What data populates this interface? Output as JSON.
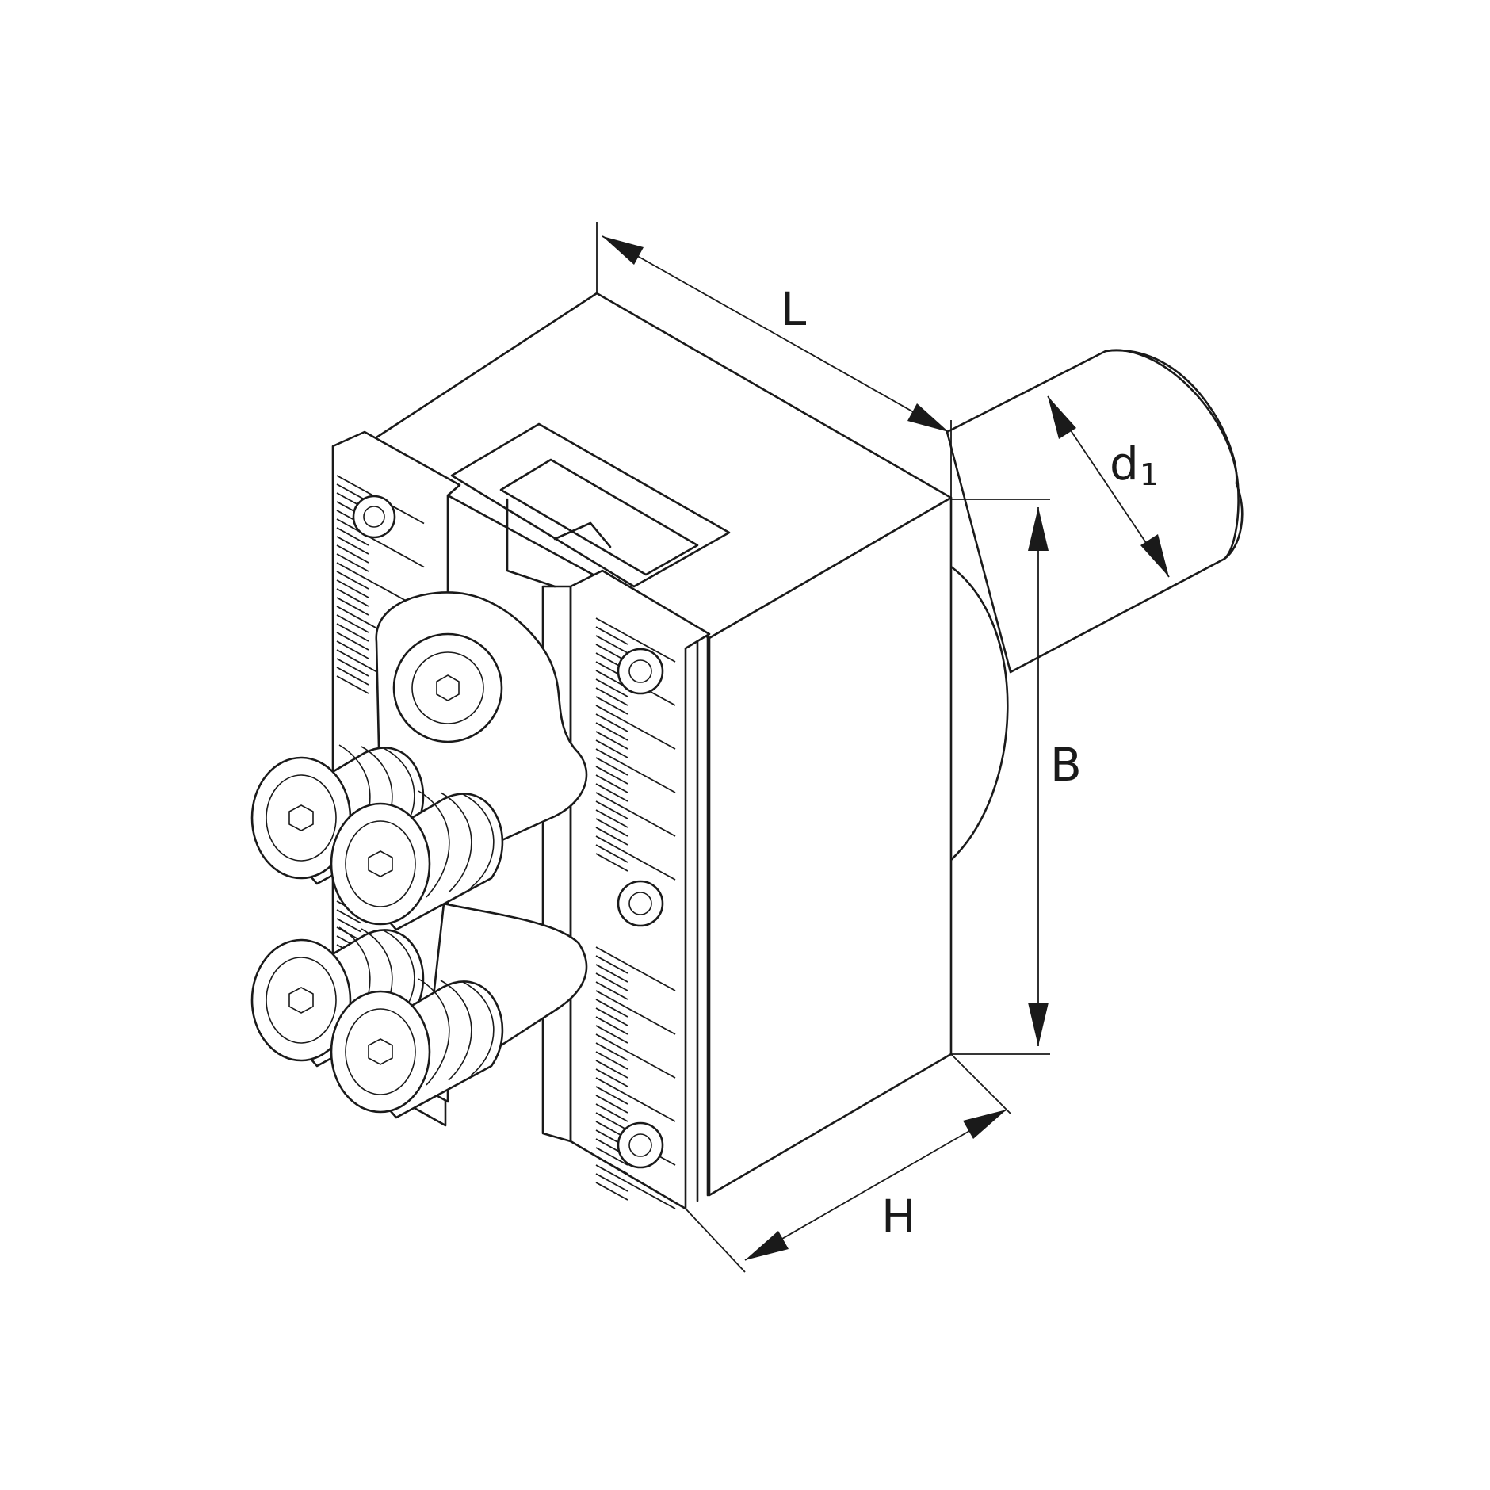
{
  "dimensions": {
    "length_label": "L",
    "diameter_label": "d",
    "diameter_subscript": "1",
    "width_label": "B",
    "height_label": "H"
  }
}
